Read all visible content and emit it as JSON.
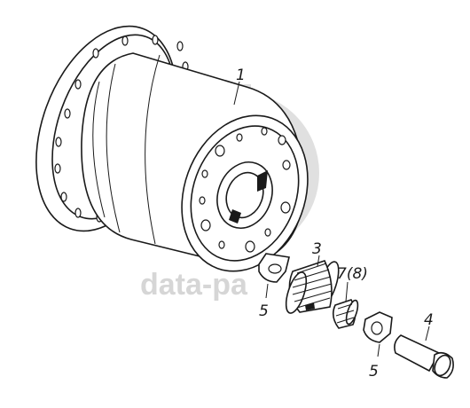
{
  "labels": {
    "part1": "1",
    "part3": "3",
    "part4": "4",
    "part5_top": "5",
    "part5_bottom": "5",
    "part7": "7(8)"
  },
  "watermark": {
    "text": "data-pa",
    "color": "#d0d0d0"
  },
  "colors": {
    "line": "#1a1a1a",
    "background": "#ffffff"
  }
}
